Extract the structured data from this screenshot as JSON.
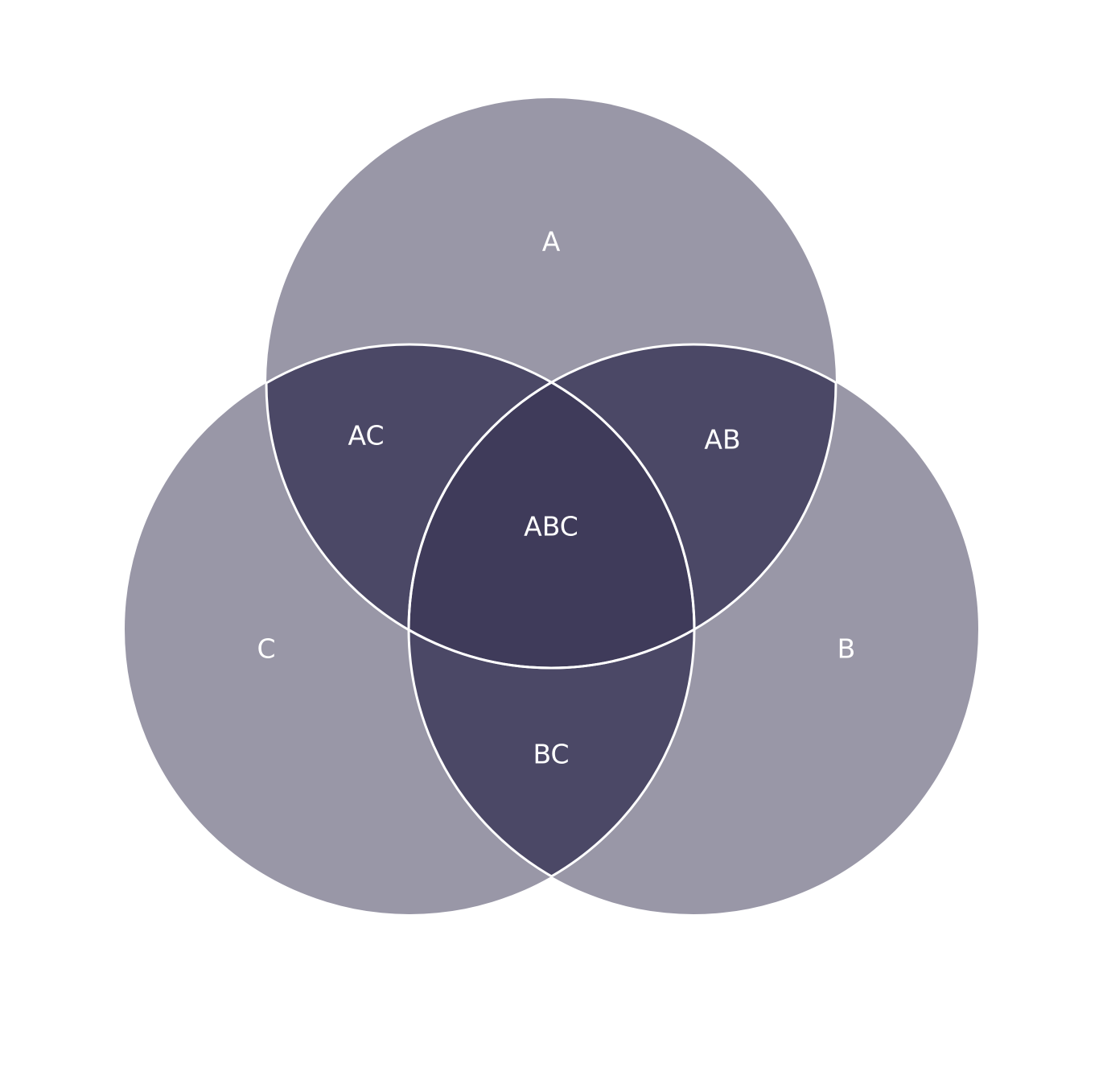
{
  "diagram": {
    "type": "venn",
    "colors": {
      "single": "#9997a7",
      "pair": "#4b4866",
      "triple": "#3f3b5a",
      "outline": "#ffffff",
      "background": "#ffffff"
    },
    "sets": [
      {
        "id": "A",
        "label": "A"
      },
      {
        "id": "B",
        "label": "B"
      },
      {
        "id": "C",
        "label": "C"
      }
    ],
    "intersections": [
      {
        "id": "AB",
        "label": "AB"
      },
      {
        "id": "AC",
        "label": "AC"
      },
      {
        "id": "BC",
        "label": "BC"
      },
      {
        "id": "ABC",
        "label": "ABC"
      }
    ]
  }
}
